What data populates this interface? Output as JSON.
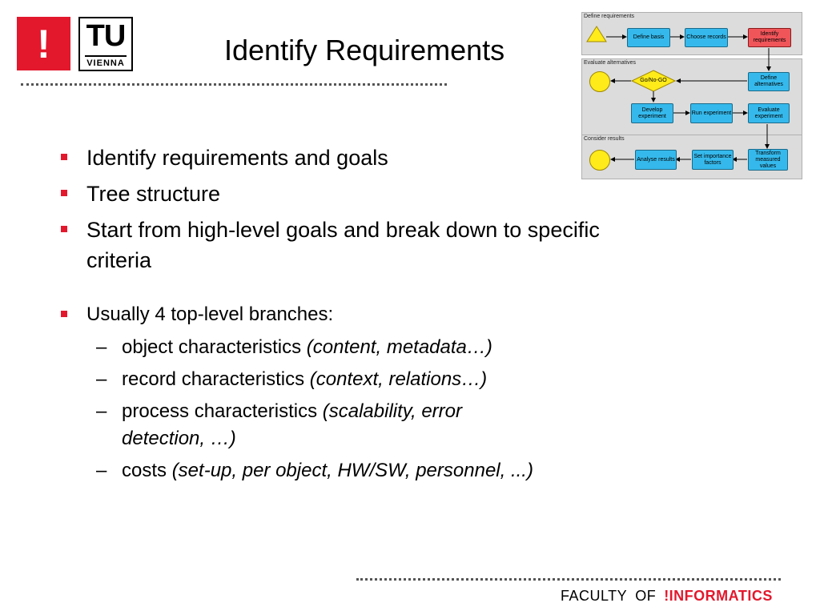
{
  "logo": {
    "exclamation": "!",
    "tu": "TU",
    "vienna": "VIENNA"
  },
  "title": "Identify Requirements",
  "bullets": [
    "Identify requirements and goals",
    "Tree structure",
    "Start from high-level goals and break down to specific criteria"
  ],
  "branches": {
    "intro": "Usually 4 top-level branches:",
    "items": [
      {
        "text": "object characteristics ",
        "note": "(content, metadata…)"
      },
      {
        "text": "record characteristics ",
        "note": "(context, relations…)"
      },
      {
        "text": "process characteristics ",
        "note": "(scalability, error detection, …)"
      },
      {
        "text": "costs ",
        "note": "(set-up, per object, HW/SW, personnel, ...)"
      }
    ]
  },
  "diagram": {
    "lanes": [
      "Define requirements",
      "Evaluate alternatives",
      "Consider results"
    ],
    "boxes": {
      "define_basis": "Define basis",
      "choose_records": "Choose records",
      "identify_requirements": "Identify requirements",
      "define_alternatives": "Define alternatives",
      "go_nogo": "Go/No-GO",
      "develop_experiment": "Develop experiment",
      "run_experiment": "Run experiment",
      "evaluate_experiment": "Evaluate experiment",
      "transform_values": "Transform measured values",
      "set_importance": "Set importance factors",
      "analyse_results": "Analyse results"
    },
    "colors": {
      "box": "#35b9ec",
      "active": "#f0555a",
      "terminal": "#ffeb1a",
      "lane": "#dcdcdc"
    }
  },
  "footer": {
    "faculty": "FACULTY",
    "of": "OF",
    "informatics": "!INFORMATICS"
  },
  "colors": {
    "accent": "#e3182d"
  }
}
